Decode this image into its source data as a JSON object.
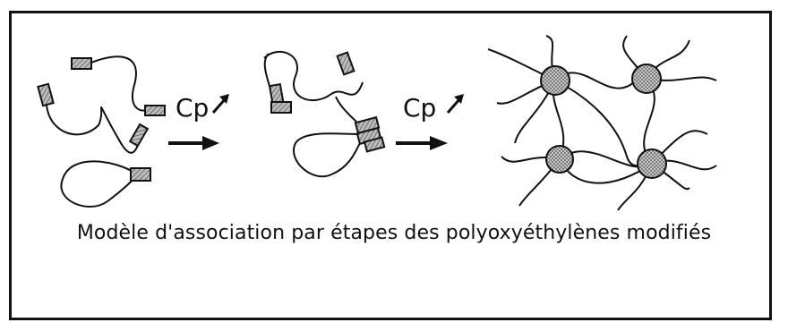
{
  "diagram": {
    "caption": "Modèle d'association par étapes des polyoxyéthylènes modifiés",
    "step_labels": [
      "Cp",
      "Cp"
    ],
    "colors": {
      "ink": "#111111",
      "hatch_fill": "#9a9a9a",
      "background": "#ffffff"
    }
  }
}
